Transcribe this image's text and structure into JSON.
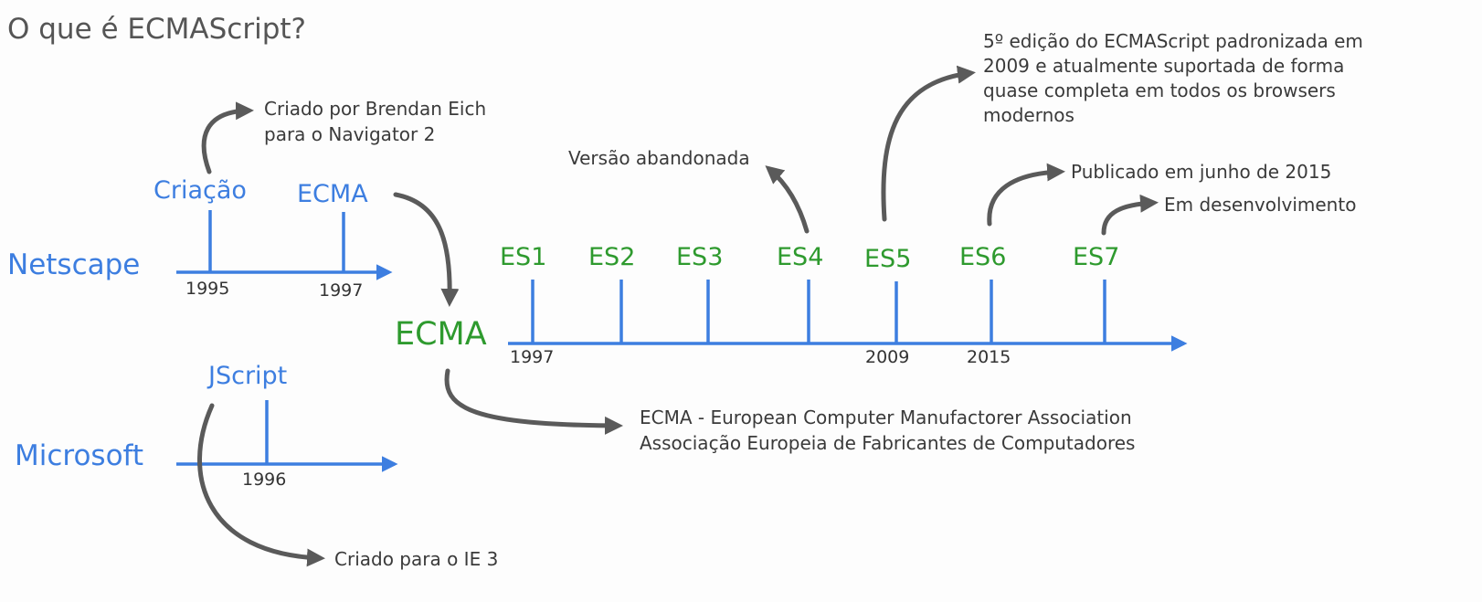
{
  "title": "O que é ECMAScript?",
  "netscape": {
    "name": "Netscape",
    "creation_label": "Criação",
    "ecma_label": "ECMA",
    "year_creation": "1995",
    "year_ecma": "1997",
    "creation_note_line1": "Criado por Brendan Eich",
    "creation_note_line2": "para o Navigator 2"
  },
  "microsoft": {
    "name": "Microsoft",
    "jscript_label": "JScript",
    "year": "1996",
    "note": "Criado para o IE 3"
  },
  "ecma": {
    "label": "ECMA",
    "start_year": "1997",
    "note_line1": "ECMA - European Computer Manufactorer Association",
    "note_line2": "Associação Europeia de Fabricantes de Computadores"
  },
  "versions": [
    {
      "label": "ES1",
      "year": "1997"
    },
    {
      "label": "ES2",
      "year": ""
    },
    {
      "label": "ES3",
      "year": ""
    },
    {
      "label": "ES4",
      "year": "",
      "note": "Versão abandonada"
    },
    {
      "label": "ES5",
      "year": "2009",
      "note": "5º edição do ECMAScript padronizada em 2009 e atualmente suportada de forma quase completa em todos os browsers modernos"
    },
    {
      "label": "ES6",
      "year": "2015",
      "note": "Publicado em junho de 2015"
    },
    {
      "label": "ES7",
      "year": "",
      "note": "Em desenvolvimento"
    }
  ],
  "colors": {
    "timeline_blue": "#3d7ee0",
    "version_green": "#2e9a2e",
    "arrow_gray": "#5a5a5a",
    "text_gray": "#444444"
  }
}
